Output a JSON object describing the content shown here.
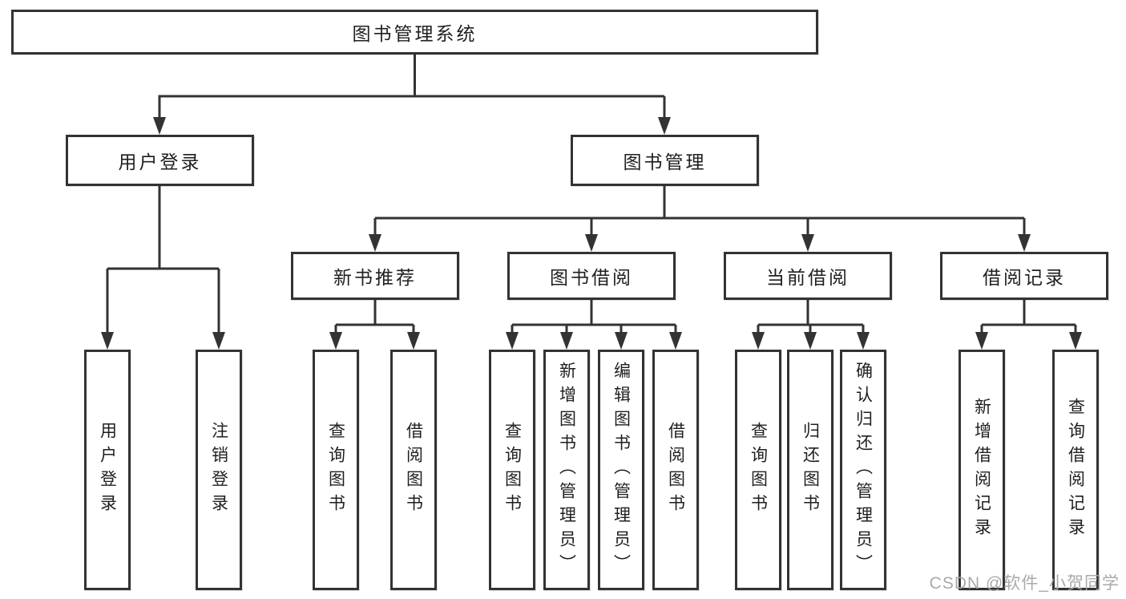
{
  "diagram": {
    "root": {
      "label": "图书管理系统"
    },
    "branches": [
      {
        "label": "用户登录",
        "children": [
          {
            "label": "用户登录"
          },
          {
            "label": "注销登录"
          }
        ]
      },
      {
        "label": "图书管理",
        "children": [
          {
            "label": "新书推荐",
            "children": [
              {
                "label": "查询图书"
              },
              {
                "label": "借阅图书"
              }
            ]
          },
          {
            "label": "图书借阅",
            "children": [
              {
                "label": "查询图书"
              },
              {
                "label": "新增图书（管理员）"
              },
              {
                "label": "编辑图书（管理员）"
              },
              {
                "label": "借阅图书"
              }
            ]
          },
          {
            "label": "当前借阅",
            "children": [
              {
                "label": "查询图书"
              },
              {
                "label": "归还图书"
              },
              {
                "label": "确认归还（管理员）"
              }
            ]
          },
          {
            "label": "借阅记录",
            "children": [
              {
                "label": "新增借阅记录"
              },
              {
                "label": "查询借阅记录"
              }
            ]
          }
        ]
      }
    ],
    "watermark": "CSDN @软件_小贺同学",
    "colors": {
      "stroke": "#333333",
      "text": "#1f1f1f",
      "watermark": "#a5a5a5",
      "background": "#ffffff"
    }
  }
}
